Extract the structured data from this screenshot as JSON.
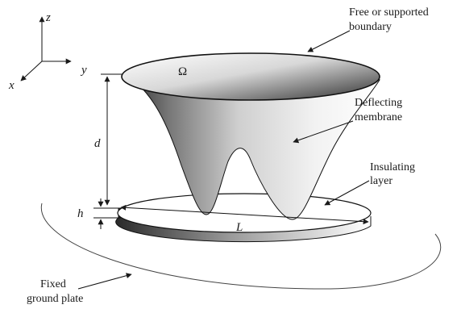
{
  "diagram": {
    "axes": {
      "z": "z",
      "y": "y",
      "x": "x"
    },
    "labels": {
      "boundary": [
        "Free or supported",
        "boundary"
      ],
      "domain": "Ω",
      "membrane": [
        "Deflecting",
        "membrane"
      ],
      "insulating": [
        "Insulating",
        "layer"
      ],
      "ground": [
        "Fixed",
        "ground plate"
      ]
    },
    "dimensions": {
      "gap_height": "d",
      "layer_thickness": "h",
      "length": "L"
    }
  }
}
